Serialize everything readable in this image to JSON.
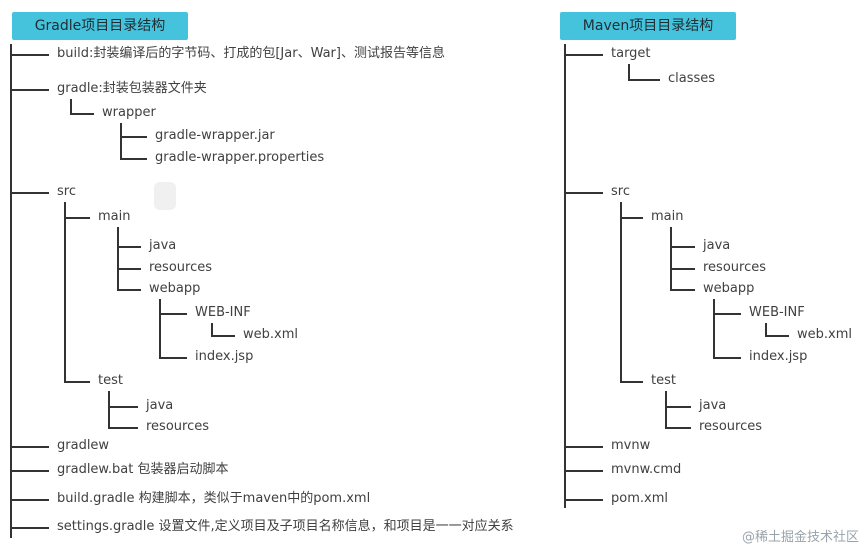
{
  "gradle": {
    "title": "Gradle项目目录结构",
    "nodes": [
      {
        "label": "build:封装编译后的字节码、打成的包[Jar、War]、测试报告等信息"
      },
      {
        "label": "gradle:封装包装器文件夹"
      },
      {
        "label": "wrapper"
      },
      {
        "label": "gradle-wrapper.jar"
      },
      {
        "label": "gradle-wrapper.properties"
      },
      {
        "label": "src"
      },
      {
        "label": "main"
      },
      {
        "label": "java"
      },
      {
        "label": "resources"
      },
      {
        "label": "webapp"
      },
      {
        "label": "WEB-INF"
      },
      {
        "label": "web.xml"
      },
      {
        "label": "index.jsp"
      },
      {
        "label": "test"
      },
      {
        "label": "java"
      },
      {
        "label": "resources"
      },
      {
        "label": "gradlew"
      },
      {
        "label": "gradlew.bat 包装器启动脚本"
      },
      {
        "label": "build.gradle 构建脚本，类似于maven中的pom.xml"
      },
      {
        "label": "settings.gradle 设置文件,定义项目及子项目名称信息，和项目是一一对应关系"
      }
    ]
  },
  "maven": {
    "title": "Maven项目目录结构",
    "nodes": [
      {
        "label": "target"
      },
      {
        "label": "classes"
      },
      {
        "label": "src"
      },
      {
        "label": "main"
      },
      {
        "label": "java"
      },
      {
        "label": "resources"
      },
      {
        "label": "webapp"
      },
      {
        "label": "WEB-INF"
      },
      {
        "label": "web.xml"
      },
      {
        "label": "index.jsp"
      },
      {
        "label": "test"
      },
      {
        "label": "java"
      },
      {
        "label": "resources"
      },
      {
        "label": "mvnw"
      },
      {
        "label": "mvnw.cmd"
      },
      {
        "label": "pom.xml"
      }
    ]
  },
  "watermark": "@稀土掘金技术社区"
}
